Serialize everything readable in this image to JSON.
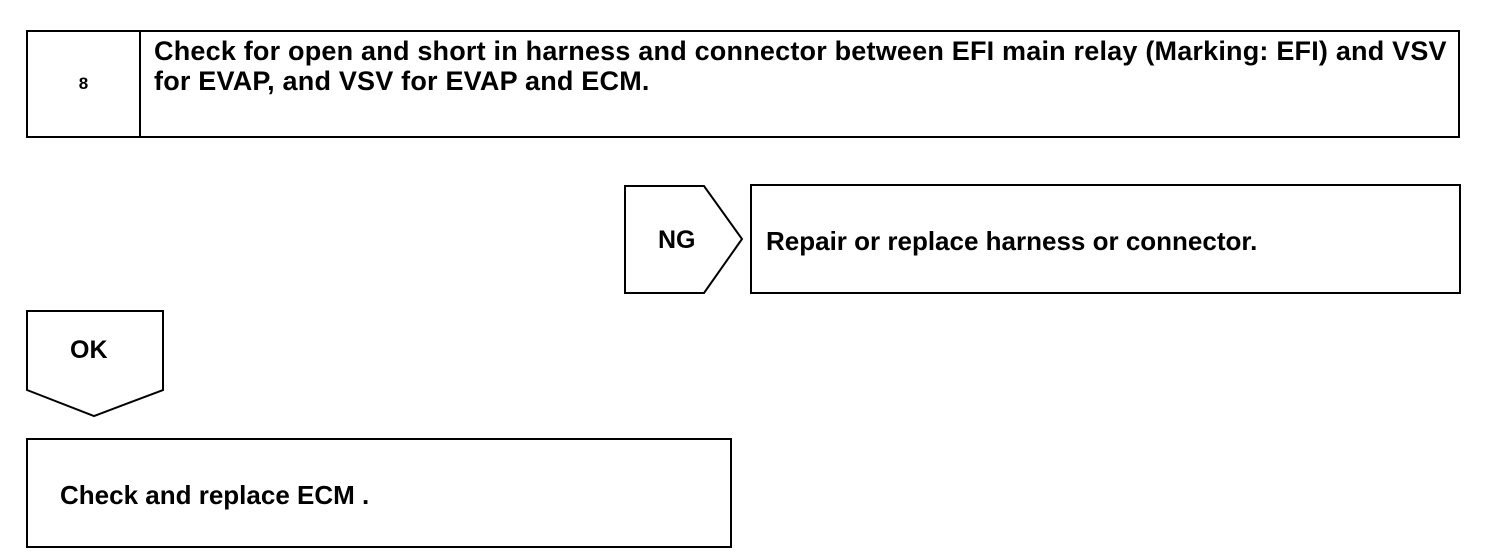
{
  "step": {
    "number": "8",
    "text": "Check for open and short in harness and connector between EFI main relay (Marking: EFI) and VSV for EVAP, and VSV for EVAP and ECM."
  },
  "ng_branch": {
    "label": "NG",
    "action": "Repair or replace harness or connector."
  },
  "ok_branch": {
    "label": "OK",
    "action": "Check and replace ECM ."
  }
}
